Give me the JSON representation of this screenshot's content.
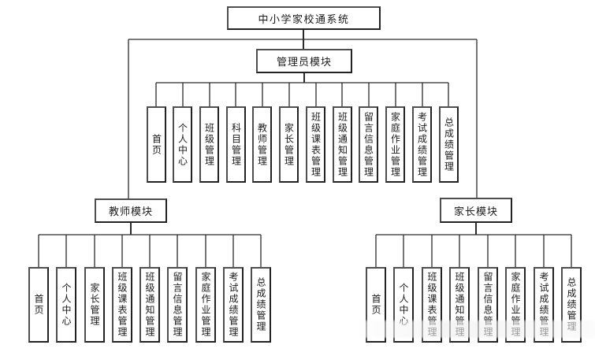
{
  "diagram": {
    "title": "中小学家校通系统",
    "modules": {
      "admin": {
        "label": "管理员模块",
        "children": [
          "首页",
          "个人中心",
          "班级管理",
          "科目管理",
          "教师管理",
          "家长管理",
          "班级课表管理",
          "班级通知管理",
          "留言信息管理",
          "家庭作业管理",
          "考试成绩管理",
          "总成绩管理"
        ]
      },
      "teacher": {
        "label": "教师模块",
        "children": [
          "首页",
          "个人中心",
          "家长管理",
          "班级课表管理",
          "班级通知管理",
          "留言信息管理",
          "家庭作业管理",
          "考试成绩管理",
          "总成绩管理"
        ]
      },
      "parent": {
        "label": "家长模块",
        "children": [
          "首页",
          "个人中心",
          "班级课表管理",
          "班级通知管理",
          "留言信息管理",
          "家庭作业管理",
          "考试成绩管理",
          "总成绩管理"
        ]
      }
    },
    "colors": {
      "line": "#2b2b2b",
      "box_border": "#4e4e4e",
      "background": "#ffffff"
    }
  }
}
